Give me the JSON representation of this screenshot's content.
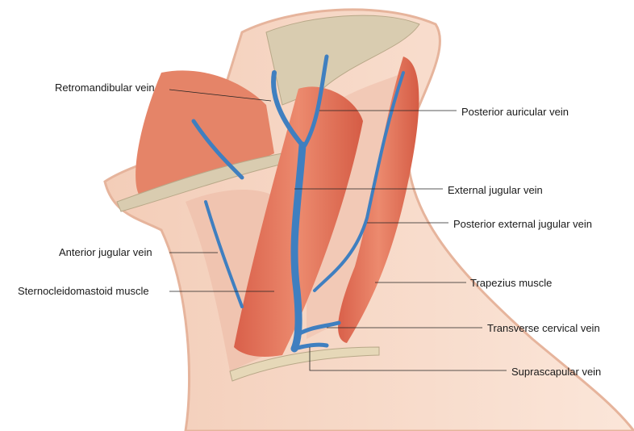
{
  "figure": {
    "labels": {
      "retromandibular_vein": "Retromandibular vein",
      "posterior_auricular_vein": "Posterior auricular vein",
      "external_jugular_vein": "External jugular vein",
      "posterior_external_jugular_vein": "Posterior external jugular vein",
      "anterior_jugular_vein": "Anterior jugular vein",
      "sternocleidomastoid_muscle": "Sternocleidomastoid muscle",
      "trapezius_muscle": "Trapezius muscle",
      "transverse_cervical_vein": "Transverse cervical vein",
      "suprascapular_vein": "Suprascapular vein"
    },
    "colors": {
      "muscle": "#e07a5f",
      "muscle_light": "#f0b49c",
      "skin": "#f7dccb",
      "vein": "#3f7fc0",
      "bone": "#d9ccb0",
      "fascia": "#e9c2b0"
    }
  }
}
